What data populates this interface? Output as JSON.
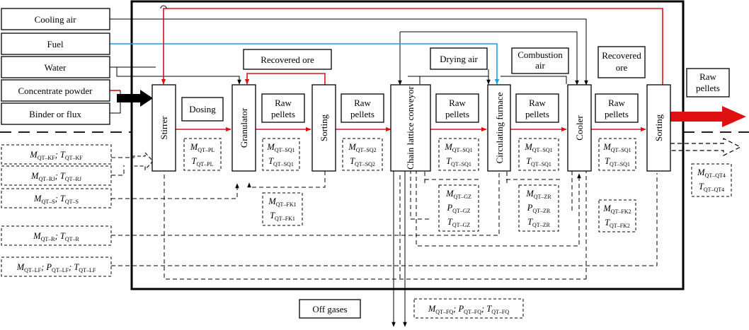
{
  "inputs": [
    "Cooling air",
    "Fuel",
    "Water",
    "Concentrate powder",
    "Binder or flux"
  ],
  "units": [
    "Stirrer",
    "Granulator",
    "Sorting",
    "Chain lattice conveyor",
    "Circulating furnace",
    "Cooler",
    "Sorting"
  ],
  "upper_labels": {
    "dosing": "Dosing",
    "recovered_ore_1": "Recovered ore",
    "raw_pellets": "Raw pellets",
    "drying_air": "Drying air",
    "combustion_air": "Combustion air",
    "recovered_ore_2": "Recovered ore",
    "output": "Raw pellets",
    "off_gases": "Off gases"
  },
  "left_params": [
    [
      [
        "M",
        "QT–KF"
      ],
      [
        "T",
        "QT–KF"
      ]
    ],
    [
      [
        "M",
        "QT–RJ"
      ],
      [
        "T",
        "QT–RJ"
      ]
    ],
    [
      [
        "M",
        "QT–S"
      ],
      [
        "T",
        "QT–S"
      ]
    ],
    [
      [
        "M",
        "QT–R"
      ],
      [
        "T",
        "QT–R"
      ]
    ],
    [
      [
        "M",
        "QT–LF"
      ],
      [
        "P",
        "QT–LF"
      ],
      [
        "T",
        "QT–LF"
      ]
    ]
  ],
  "stream_params": [
    [
      [
        "M",
        "QT–PL"
      ],
      [
        "T",
        "QT–PL"
      ]
    ],
    [
      [
        "M",
        "QT–SQ1"
      ],
      [
        "T",
        "QT–SQ1"
      ]
    ],
    [
      [
        "M",
        "QT–SQ2"
      ],
      [
        "T",
        "QT–SQ2"
      ]
    ],
    [
      [
        "M",
        "QT–SQ1"
      ],
      [
        "T",
        "QT–SQ1"
      ]
    ],
    [
      [
        "M",
        "QT–SQ1"
      ],
      [
        "T",
        "QT–SQ1"
      ]
    ],
    [
      [
        "M",
        "QT–SQ1"
      ],
      [
        "T",
        "QT–SQ1"
      ]
    ],
    [
      [
        "M",
        "QT–SQ1"
      ],
      [
        "T",
        "QT–SQ1"
      ]
    ]
  ],
  "lower_params": {
    "fk1": [
      [
        "M",
        "QT–FK1"
      ],
      [
        "T",
        "QT–FK1"
      ]
    ],
    "gz": [
      [
        "M",
        "QT–GZ"
      ],
      [
        "P",
        "QT–GZ"
      ],
      [
        "T",
        "QT–GZ"
      ]
    ],
    "zr": [
      [
        "M",
        "QT–ZR"
      ],
      [
        "P",
        "QT–ZR"
      ],
      [
        "T",
        "QT–ZR"
      ]
    ],
    "fk2": [
      [
        "M",
        "QT–FK2"
      ],
      [
        "T",
        "QT–FK2"
      ]
    ],
    "qt4": [
      [
        "M",
        "QT–QT4"
      ],
      [
        "T",
        "QT–QT4"
      ]
    ],
    "fq": [
      [
        "M",
        "QT–FQ"
      ],
      [
        "P",
        "QT–FQ"
      ],
      [
        "T",
        "QT–FQ"
      ]
    ]
  },
  "colors": {
    "red_flow": "#e01010",
    "blue_flow": "#1aa0e0",
    "line": "#000000"
  }
}
